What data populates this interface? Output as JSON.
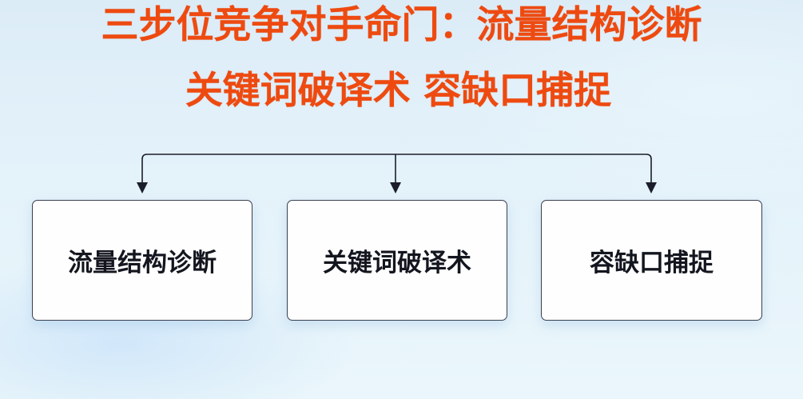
{
  "title": {
    "line1": "三步位竞争对手命门：流量结构诊断",
    "line2": "关键词破译术 容缺口捕捉",
    "color": "#ee4a10"
  },
  "diagram": {
    "connector_color": "#1a1e2c",
    "nodes": [
      {
        "label": "流量结构诊断"
      },
      {
        "label": "关键词破译术"
      },
      {
        "label": "容缺口捕捉"
      }
    ]
  },
  "background": {
    "top": "#dcecf7",
    "bottom": "#eaf6fb"
  }
}
